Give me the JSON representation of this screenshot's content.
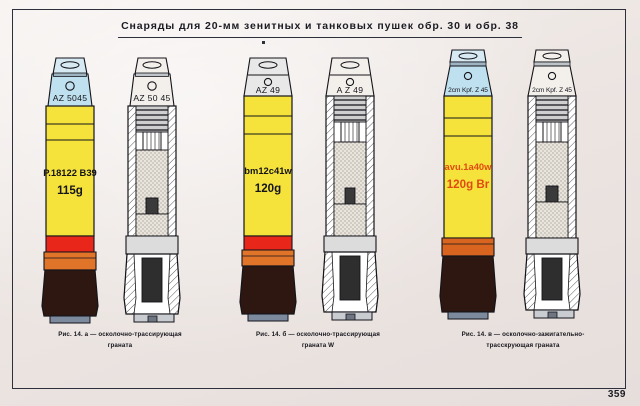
{
  "page": {
    "title": "Снаряды для 20-мм зенитных и танковых пушек обр. 30 и обр. 38",
    "number": "359"
  },
  "colors": {
    "paper": "#efe9e6",
    "ink": "#14141a",
    "body_yellow": "#f5e33c",
    "fuze_blue": "#bfe0ef",
    "fuze_grey": "#e8e8e8",
    "band_red": "#e8271a",
    "driving_band": "#e0752a",
    "case_brown": "#2e1710",
    "case_base": "#7d8a9e",
    "label_red": "#e24a13",
    "filler_stipple": "#d8d4cc"
  },
  "figures": [
    {
      "id": "figure-a",
      "caption_line1": "Рис. 14. а — осколочно-трассирующая",
      "caption_line2": "граната",
      "painted": {
        "fuze_marking": "AZ 5045",
        "body_code": "P.18122 B39",
        "body_weight": "115g",
        "fuze_cap_color": "#bfe0ef",
        "body_color": "#f5e33c",
        "band_color": "#e8271a",
        "text_color": "#14141a"
      },
      "section": {
        "fuze_marking": "AZ 50 45"
      }
    },
    {
      "id": "figure-b",
      "caption_line1": "Рис. 14. б — осколочно-трассирующая",
      "caption_line2": "граната W",
      "painted": {
        "fuze_marking": "AZ 49",
        "body_code": "bm12c41w",
        "body_weight": "120g",
        "fuze_cap_color": "#e8e8e8",
        "body_color": "#f5e33c",
        "band_color": "#e8271a",
        "text_color": "#14141a"
      },
      "section": {
        "fuze_marking": "A Z 49"
      }
    },
    {
      "id": "figure-c",
      "caption_line1": "Рис. 14. в — осколочно-зажигательно-",
      "caption_line2": "трасскрующая граната",
      "painted": {
        "fuze_marking": "2cm Kpf. Z 45",
        "body_code": "avu.1a40w",
        "body_weight": "120g Br",
        "fuze_cap_color": "#bfe0ef",
        "body_color": "#f5e33c",
        "band_color": "#d8641f",
        "text_color": "#e24a13"
      },
      "section": {
        "fuze_marking": "2cm Kpf. Z 45"
      }
    }
  ]
}
